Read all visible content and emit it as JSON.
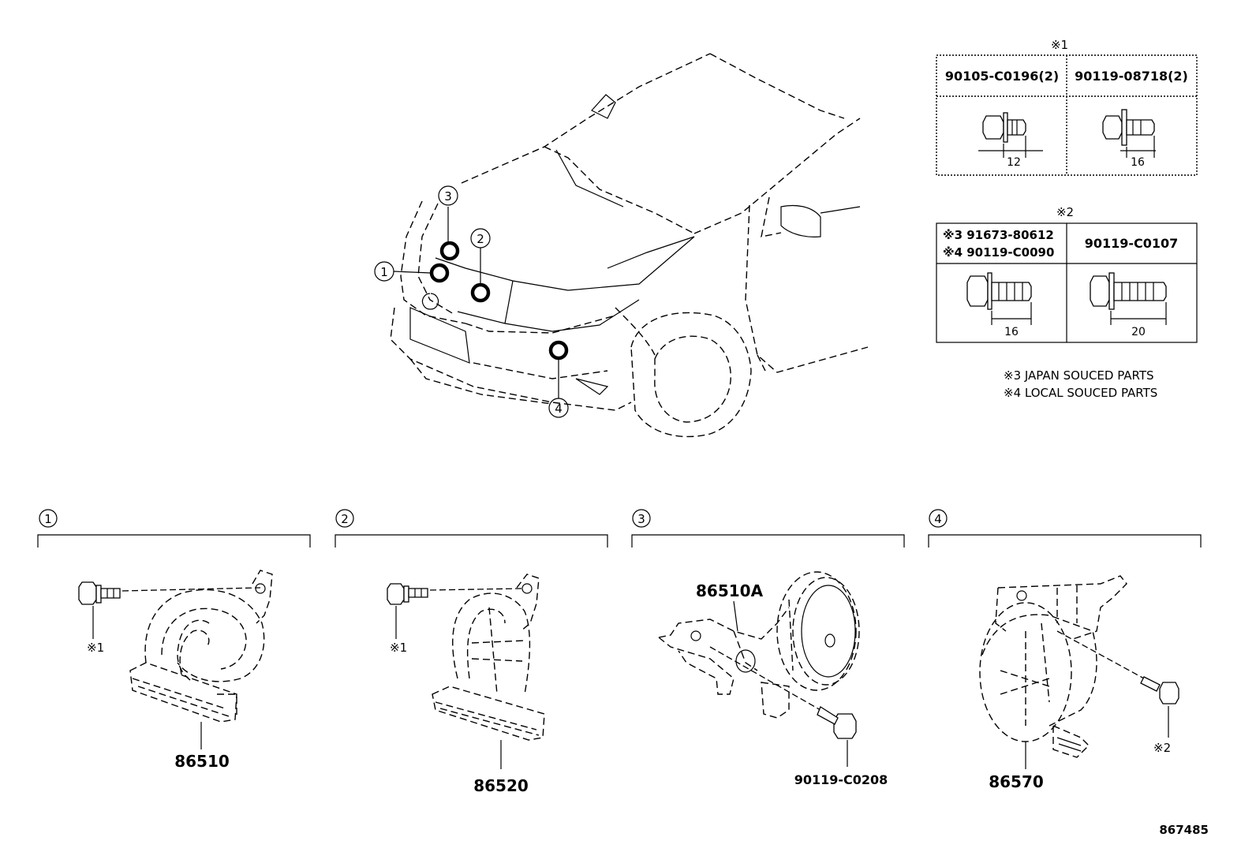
{
  "spec_box_1": {
    "marker": "※1",
    "parts": [
      {
        "part_no": "90105-C0196(2)",
        "length": "12"
      },
      {
        "part_no": "90119-08718(2)",
        "length": "16"
      }
    ]
  },
  "spec_box_2": {
    "marker": "※2",
    "parts": [
      {
        "part_no_line1": "※3 91673-80612",
        "part_no_line2": "※4 90119-C0090",
        "length": "16"
      },
      {
        "part_no_line1": "90119-C0107",
        "length": "20"
      }
    ]
  },
  "notes": [
    "※3 JAPAN SOUCED PARTS",
    "※4 LOCAL SOUCED PARTS"
  ],
  "callouts": [
    "1",
    "2",
    "3",
    "4"
  ],
  "sections": [
    {
      "num": "1",
      "part_no": "86510",
      "fastener_ref": "※1"
    },
    {
      "num": "2",
      "part_no": "86520",
      "fastener_ref": "※1"
    },
    {
      "num": "3",
      "part_no": "86510A",
      "bolt_part_no": "90119-C0208"
    },
    {
      "num": "4",
      "part_no": "86570",
      "fastener_ref": "※2"
    }
  ],
  "diagram_id": "867485"
}
